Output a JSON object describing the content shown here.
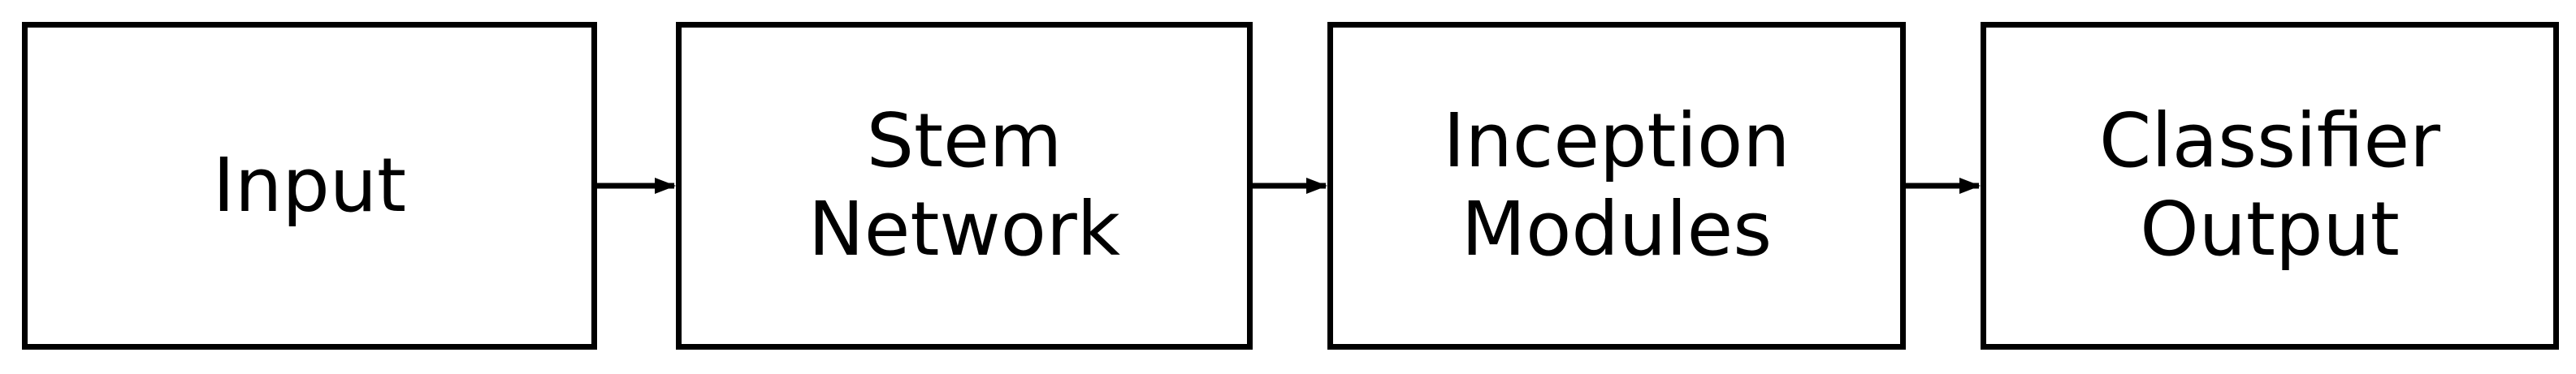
{
  "diagram": {
    "stages": [
      {
        "lines": [
          "Input"
        ]
      },
      {
        "lines": [
          "Stem",
          "Network"
        ]
      },
      {
        "lines": [
          "Inception",
          "Modules"
        ]
      },
      {
        "lines": [
          "Classifier",
          "Output"
        ]
      }
    ],
    "colors": {
      "stroke": "#000000",
      "text": "#000000",
      "background": "#ffffff"
    }
  }
}
